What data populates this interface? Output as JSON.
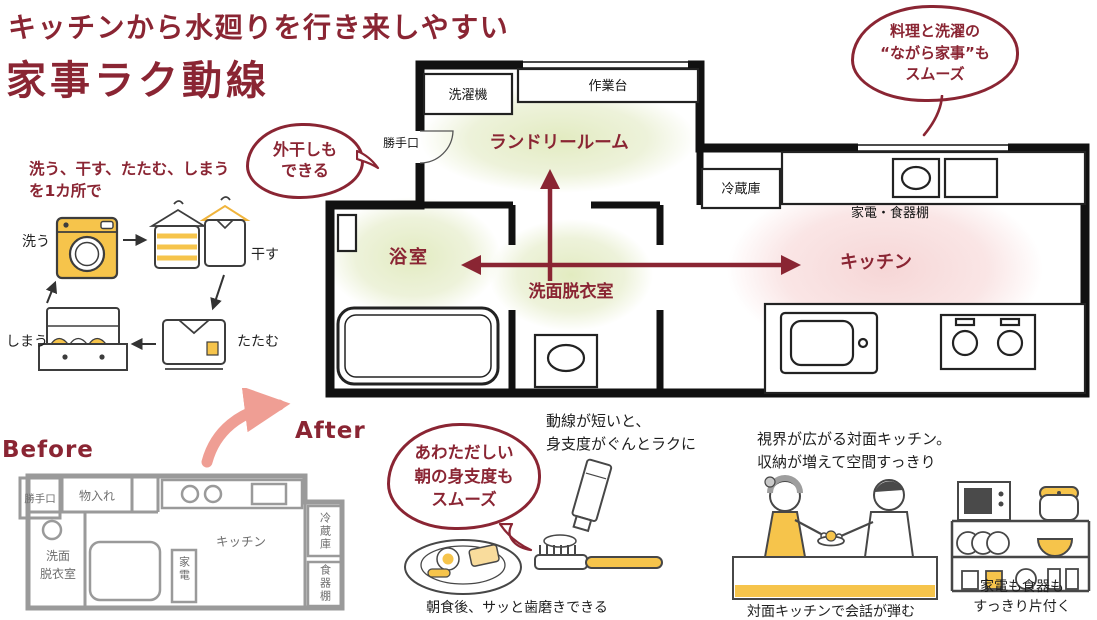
{
  "title": {
    "line1": "キッチンから水廻りを行き来しやすい",
    "line2": "家事ラク動線"
  },
  "colors": {
    "accent": "#8a2533",
    "yellow": "#f6c44b",
    "green_highlight": "#e7eecb",
    "pink_highlight": "#f9dede",
    "pink_arrow": "#ef9e94",
    "before_gray": "#9a9a9a"
  },
  "cycle_diagram": {
    "caption_l1": "洗う、干す、たたむ、しまう",
    "caption_l2": "を1カ所で",
    "steps": [
      {
        "label": "洗う"
      },
      {
        "label": "干す"
      },
      {
        "label": "たたむ"
      },
      {
        "label": "しまう"
      }
    ]
  },
  "after_plan": {
    "label": "After",
    "rooms": {
      "washer": "洗濯機",
      "counter": "作業台",
      "laundry_room": "ランドリールーム",
      "back_door": "勝手口",
      "fridge": "冷蔵庫",
      "bathroom": "浴室",
      "washroom": "洗面脱衣室",
      "kitchen": "キッチン",
      "cupboard": "家電・食器棚"
    }
  },
  "before_plan": {
    "label": "Before",
    "rooms": {
      "back_door": "勝手口",
      "closet": "物入れ",
      "washroom_l1": "洗面",
      "washroom_l2": "脱衣室",
      "kitchen": "キッチン",
      "fridge": "冷蔵庫",
      "cupboard": "食器棚",
      "appliances": "家電"
    }
  },
  "speech_bubbles": {
    "outdoor_drying": {
      "l1": "外干しも",
      "l2": "できる"
    },
    "multitask": {
      "l1": "料理と洗濯の",
      "l2": "“ながら家事”も",
      "l3": "スムーズ"
    },
    "morning_prep": {
      "l1": "あわただしい",
      "l2": "朝の身支度も",
      "l3": "スムーズ"
    }
  },
  "notes": {
    "short_flow_l1": "動線が短いと、",
    "short_flow_l2": "身支度がぐんとラクに",
    "open_kitchen_l1": "視界が広がる対面キッチン。",
    "open_kitchen_l2": "収納が増えて空間すっきり"
  },
  "captions": {
    "toothbrush": "朝食後、サッと歯磨きできる",
    "conversation": "対面キッチンで会話が弾む",
    "shelf_l1": "家電も食器も",
    "shelf_l2": "すっきり片付く"
  }
}
